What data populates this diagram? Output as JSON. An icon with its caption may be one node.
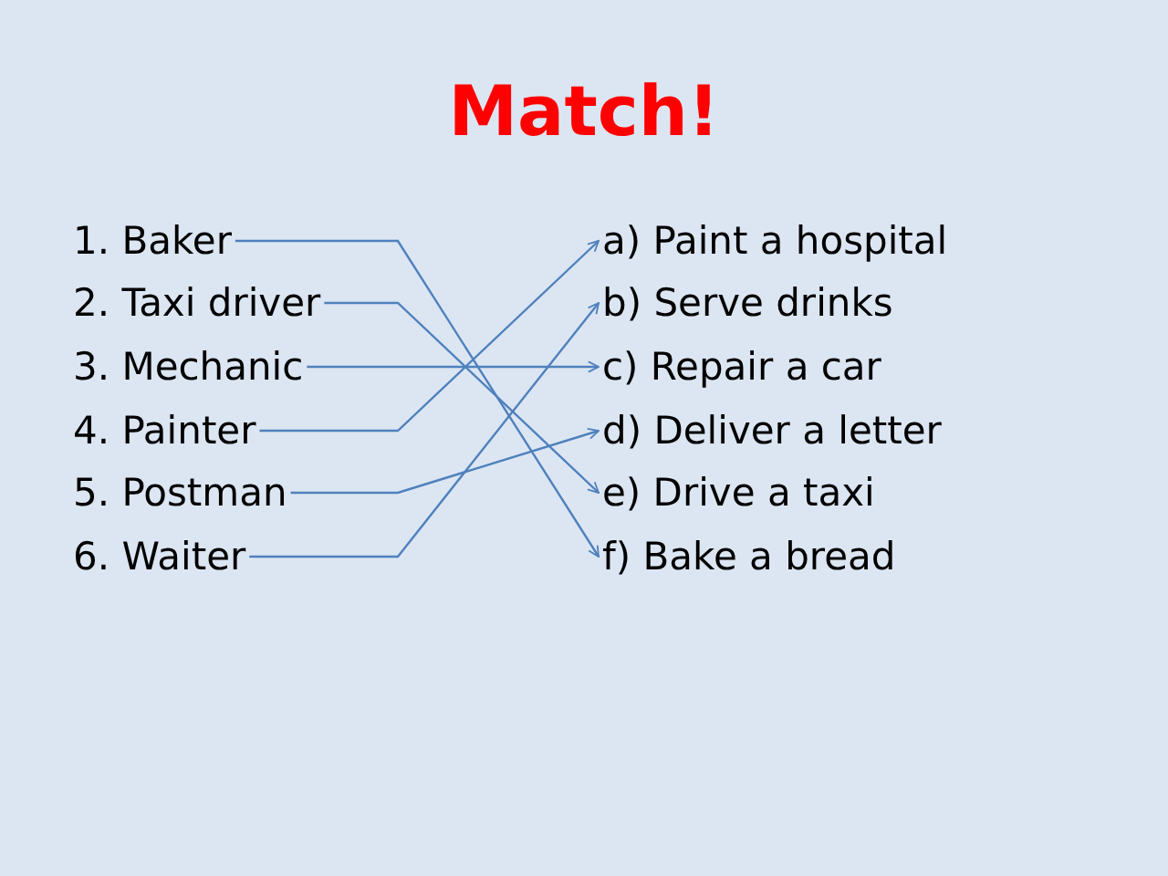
{
  "diagram": {
    "title": "Match!",
    "nodes": [
      {
        "text": [
          "1. Baker"
        ]
      },
      {
        "text": [
          "2. Taxi driver"
        ]
      },
      {
        "text": [
          "3. Mechanic"
        ]
      },
      {
        "text": [
          "4. Painter"
        ]
      },
      {
        "text": [
          "5. Postman"
        ]
      },
      {
        "text": [
          "6. Waiter"
        ]
      },
      {
        "text": [
          "a) Paint a hospital"
        ]
      },
      {
        "text": [
          "b) Serve drinks"
        ]
      },
      {
        "text": [
          "c) Repair a car"
        ]
      },
      {
        "text": [
          "d) Deliver a letter"
        ]
      },
      {
        "text": [
          "e) Drive a taxi"
        ]
      },
      {
        "text": [
          "f) Bake a bread"
        ]
      }
    ],
    "edges": [
      {
        "from": 0,
        "to": 11,
        "arrow": "to"
      },
      {
        "from": 1,
        "to": 10,
        "arrow": "to"
      },
      {
        "from": 2,
        "to": 8,
        "arrow": "to"
      },
      {
        "from": 3,
        "to": 6,
        "arrow": "to"
      },
      {
        "from": 4,
        "to": 9,
        "arrow": "to"
      },
      {
        "from": 5,
        "to": 7,
        "arrow": "to"
      }
    ]
  }
}
